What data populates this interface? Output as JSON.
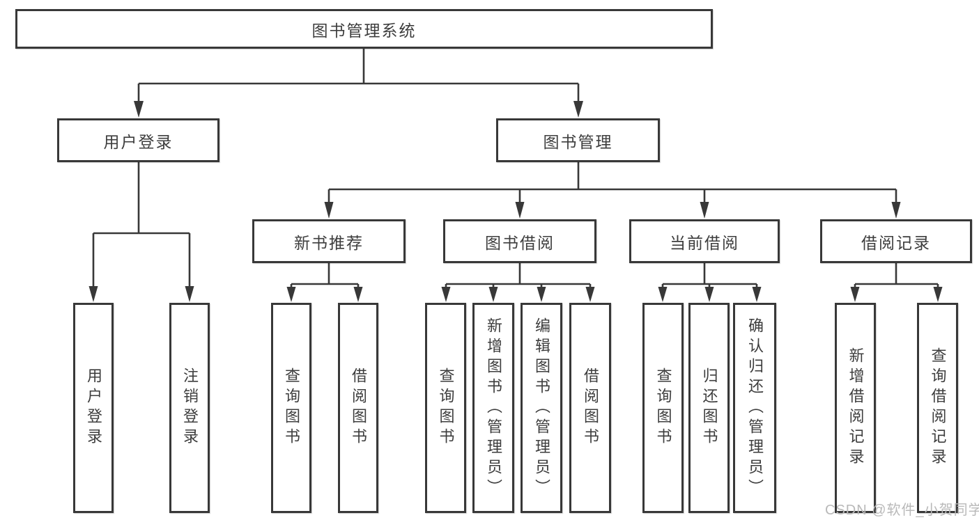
{
  "tree": {
    "root": "图书管理系统",
    "children": [
      {
        "label": "用户登录",
        "children": [
          "用户登录",
          "注销登录"
        ]
      },
      {
        "label": "图书管理",
        "children": [
          {
            "label": "新书推荐",
            "children": [
              "查询图书",
              "借阅图书"
            ]
          },
          {
            "label": "图书借阅",
            "children": [
              "查询图书",
              "新增图书（管理员）",
              "编辑图书（管理员）",
              "借阅图书"
            ]
          },
          {
            "label": "当前借阅",
            "children": [
              "查询图书",
              "归还图书",
              "确认归还（管理员）"
            ]
          },
          {
            "label": "借阅记录",
            "children": [
              "新增借阅记录",
              "查询借阅记录"
            ]
          }
        ]
      }
    ]
  },
  "colors": {
    "line": "#383838",
    "text": "#3d3d3d",
    "watermark": "#b9b9b9",
    "background": "#ffffff"
  },
  "watermark": "CSDN @软件_小贺同学"
}
